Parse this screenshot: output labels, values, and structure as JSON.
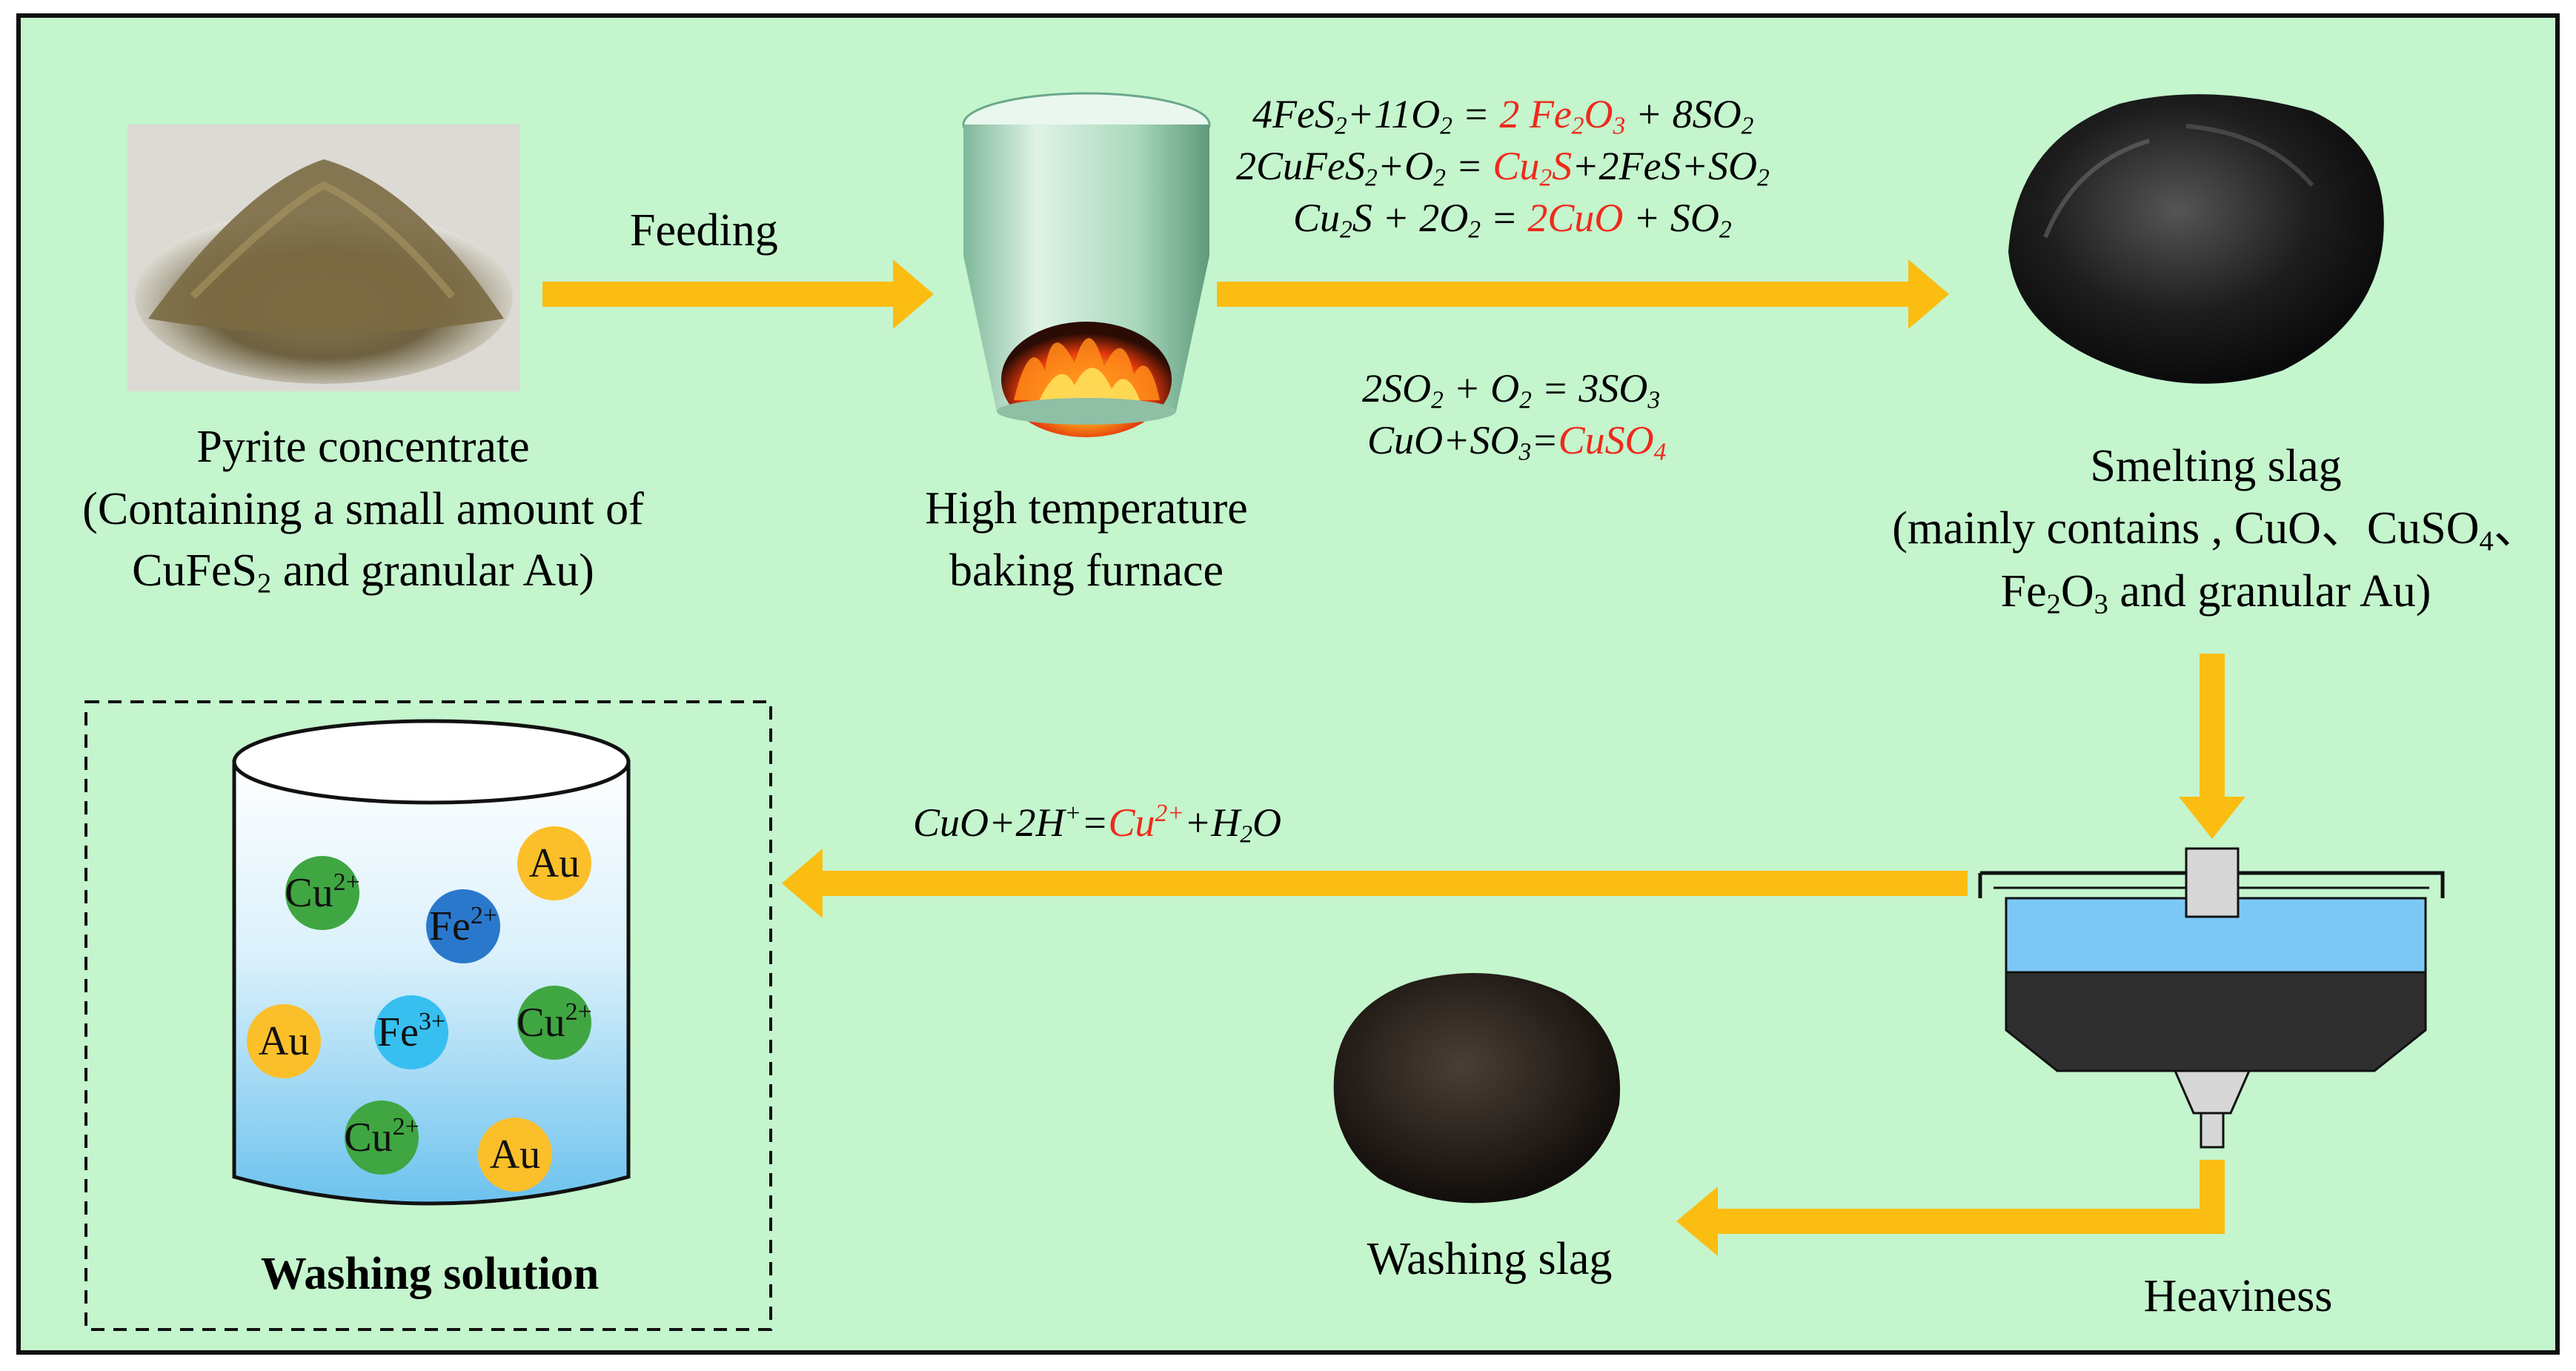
{
  "labels": {
    "feeding": "Feeding",
    "pyrite_line1": "Pyrite concentrate",
    "pyrite_line2": "(Containing a small amount of",
    "pyrite_line3_pre": "CuFeS",
    "pyrite_line3_sub": "2",
    "pyrite_line3_post": " and granular Au)",
    "furnace_line1": "High temperature",
    "furnace_line2": "baking furnace",
    "slag_line1": "Smelting slag",
    "slag_line2_pre": "(mainly contains , CuO、CuSO",
    "slag_line2_sub": "4",
    "slag_line2_post": "、",
    "slag_line3_pre": "Fe",
    "slag_line3_sub1": "2",
    "slag_line3_mid": "O",
    "slag_line3_sub2": "3",
    "slag_line3_post": " and granular Au)",
    "washing_slag": "Washing slag",
    "heaviness": "Heaviness",
    "washing_solution": "Washing solution"
  },
  "equations": {
    "eq1": {
      "a": "4FeS",
      "a_sub": "2",
      "b": "+11O",
      "b_sub": "2",
      "c": " = ",
      "d": "2 Fe",
      "d_sub": "2",
      "e": "O",
      "e_sub": "3",
      "f": " + 8SO",
      "f_sub": "2"
    },
    "eq2": {
      "a": "2CuFeS",
      "a_sub": "2",
      "b": "+O",
      "b_sub": "2",
      "c": " = ",
      "d": "Cu",
      "d_sub": "2",
      "e": "S",
      "f": "+2FeS+SO",
      "f_sub": "2"
    },
    "eq3": {
      "a": "Cu",
      "a_sub": "2",
      "b": "S + 2O",
      "b_sub": "2",
      "c": " = ",
      "d": "2CuO",
      "f": " + SO",
      "f_sub": "2"
    },
    "eq4": {
      "a": "2SO",
      "a_sub": "2",
      "b": " + O",
      "b_sub": "2",
      "c": " = 3SO",
      "c_sub": "3"
    },
    "eq5": {
      "a": "CuO+SO",
      "a_sub": "3",
      "b": "=",
      "d": "CuSO",
      "d_sub": "4"
    },
    "eq6": {
      "a": "CuO+2H",
      "a_sup": "+",
      "b": "=",
      "d": "Cu",
      "d_sup": "2+",
      "f": "+H",
      "f_sub": "2",
      "g": "O"
    }
  },
  "ions": [
    {
      "base": "Cu",
      "charge": "2+",
      "color": "#3fa642"
    },
    {
      "base": "Fe",
      "charge": "2+",
      "color": "#2a78cc"
    },
    {
      "base": "Au",
      "charge": "",
      "color": "#fbbf2a"
    },
    {
      "base": "Au",
      "charge": "",
      "color": "#fbbf2a"
    },
    {
      "base": "Fe",
      "charge": "3+",
      "color": "#37bff0"
    },
    {
      "base": "Cu",
      "charge": "2+",
      "color": "#3fa642"
    },
    {
      "base": "Cu",
      "charge": "2+",
      "color": "#3fa642"
    },
    {
      "base": "Au",
      "charge": "",
      "color": "#fbbf2a"
    }
  ],
  "colors": {
    "background": "#c4f5cd",
    "arrow": "#fbbd12",
    "highlight": "#ee2a1b",
    "water": "#7cc8f5",
    "sediment": "#2f2f2f"
  }
}
